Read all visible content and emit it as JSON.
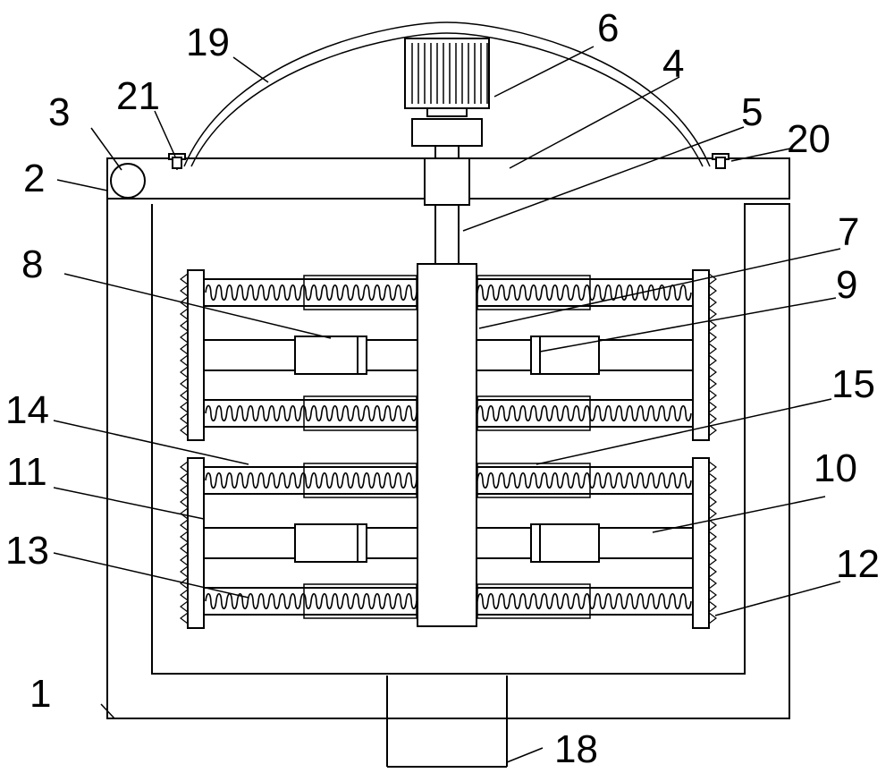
{
  "diagram": {
    "labels": [
      {
        "id": "1",
        "text": "1"
      },
      {
        "id": "2",
        "text": "2"
      },
      {
        "id": "3",
        "text": "3"
      },
      {
        "id": "4",
        "text": "4"
      },
      {
        "id": "5",
        "text": "5"
      },
      {
        "id": "6",
        "text": "6"
      },
      {
        "id": "7",
        "text": "7"
      },
      {
        "id": "8",
        "text": "8"
      },
      {
        "id": "9",
        "text": "9"
      },
      {
        "id": "10",
        "text": "10"
      },
      {
        "id": "11",
        "text": "11"
      },
      {
        "id": "12",
        "text": "12"
      },
      {
        "id": "13",
        "text": "13"
      },
      {
        "id": "14",
        "text": "14"
      },
      {
        "id": "15",
        "text": "15"
      },
      {
        "id": "18",
        "text": "18"
      },
      {
        "id": "19",
        "text": "19"
      },
      {
        "id": "20",
        "text": "20"
      },
      {
        "id": "21",
        "text": "21"
      }
    ]
  }
}
